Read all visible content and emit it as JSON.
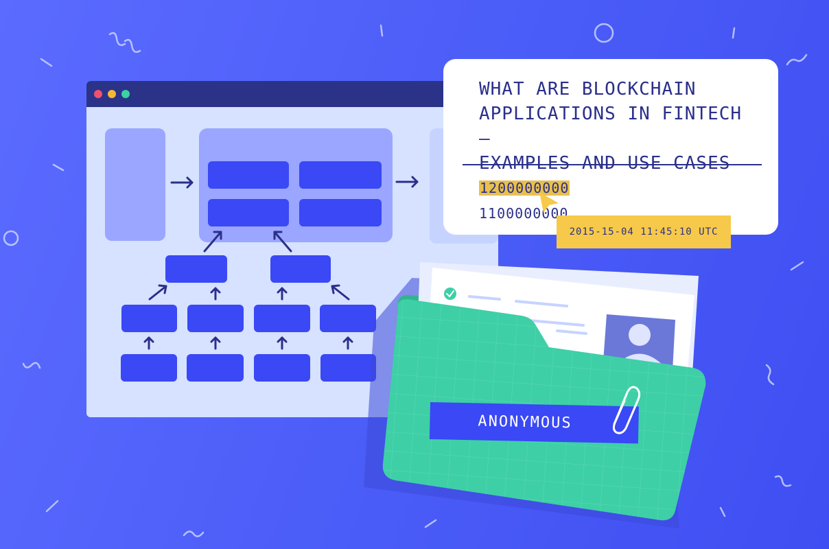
{
  "card": {
    "title_lines": [
      "WHAT ARE BLOCKCHAIN",
      "APPLICATIONS IN FINTECH –",
      "EXAMPLES AND USE CASES"
    ],
    "hash_highlighted": "1200000000",
    "hash_plain": "1100000000"
  },
  "timestamp": "2015-15-04 11:45:10 UTC",
  "folder": {
    "label": "ANONYMOUS"
  },
  "colors": {
    "background": "#4a5cf7",
    "window_bar": "#2b3388",
    "window_body": "#d6e2ff",
    "block": "#3a48f5",
    "folder": "#3ecfa6",
    "highlight": "#e9c04e",
    "sticky_note": "#f7c94a",
    "ink": "#2a2f8a"
  },
  "icons": {
    "window_controls": [
      "red-dot",
      "yellow-dot",
      "green-dot"
    ],
    "check": "check-circle-icon",
    "avatar": "user-avatar-icon",
    "paperclip": "paperclip-icon",
    "cursor": "pointer-cursor-icon"
  }
}
